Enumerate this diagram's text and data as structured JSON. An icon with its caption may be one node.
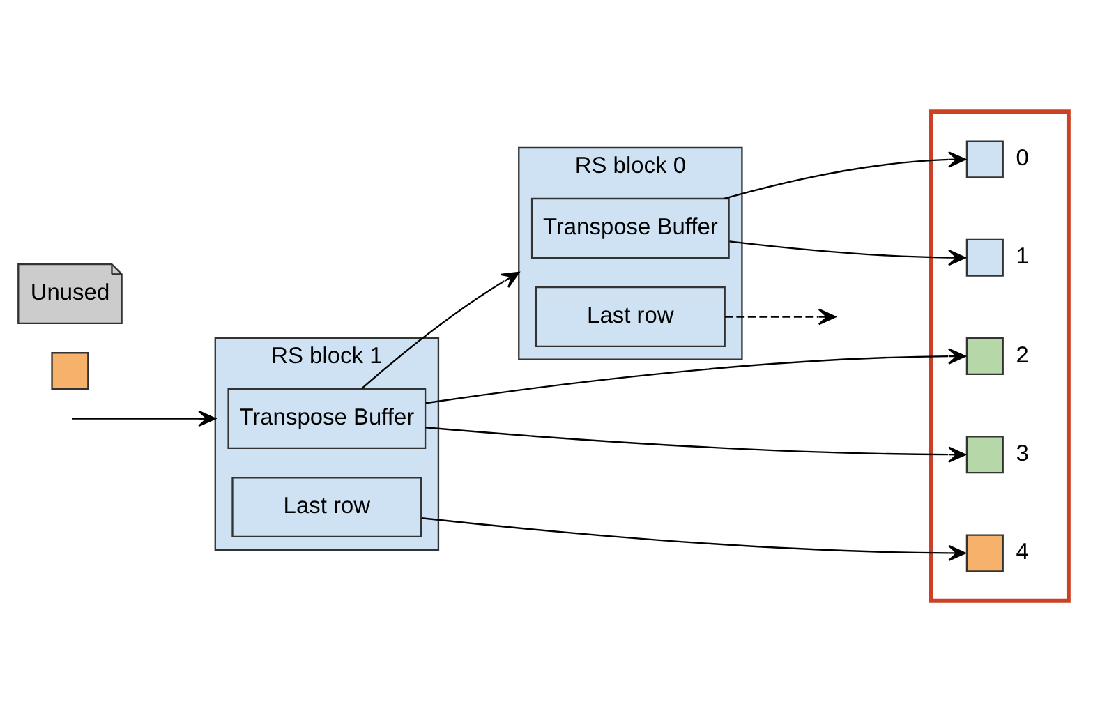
{
  "diagram": {
    "nodes": [
      {
        "text": [
          "RS block 0"
        ]
      },
      {
        "text": [
          "Transpose Buffer"
        ],
        "in": 0
      },
      {
        "text": [
          "Last row"
        ],
        "in": 0
      },
      {
        "text": [
          "RS block 1"
        ]
      },
      {
        "text": [
          "Transpose Buffer"
        ],
        "in": 3
      },
      {
        "text": [
          "Last row"
        ],
        "in": 3
      },
      {
        "text": [],
        "shape": "box"
      },
      {
        "text": [],
        "shape": "box",
        "in": 6,
        "beside": [
          "0"
        ]
      },
      {
        "text": [],
        "shape": "box",
        "in": 6,
        "beside": [
          "1"
        ]
      },
      {
        "text": [],
        "shape": "box",
        "in": 6,
        "beside": [
          "2"
        ]
      },
      {
        "text": [],
        "shape": "box",
        "in": 6,
        "beside": [
          "3"
        ]
      },
      {
        "text": [],
        "shape": "box",
        "in": 6,
        "beside": [
          "4"
        ]
      },
      {
        "text": [],
        "shape": "box"
      },
      {
        "text": [
          "Unused"
        ]
      }
    ],
    "edges": [
      {
        "from": 1,
        "to": 7,
        "arrow": "to"
      },
      {
        "from": 1,
        "to": 8,
        "arrow": "to"
      },
      {
        "from": 2,
        "to": null,
        "arrow": "to",
        "style": "dashed"
      },
      {
        "from": 4,
        "to": 0,
        "arrow": "to"
      },
      {
        "from": null,
        "to": 3,
        "arrow": "to"
      },
      {
        "from": 4,
        "to": 9,
        "arrow": "to"
      },
      {
        "from": 4,
        "to": 10,
        "arrow": "to"
      },
      {
        "from": 5,
        "to": 11,
        "arrow": "to"
      }
    ]
  }
}
